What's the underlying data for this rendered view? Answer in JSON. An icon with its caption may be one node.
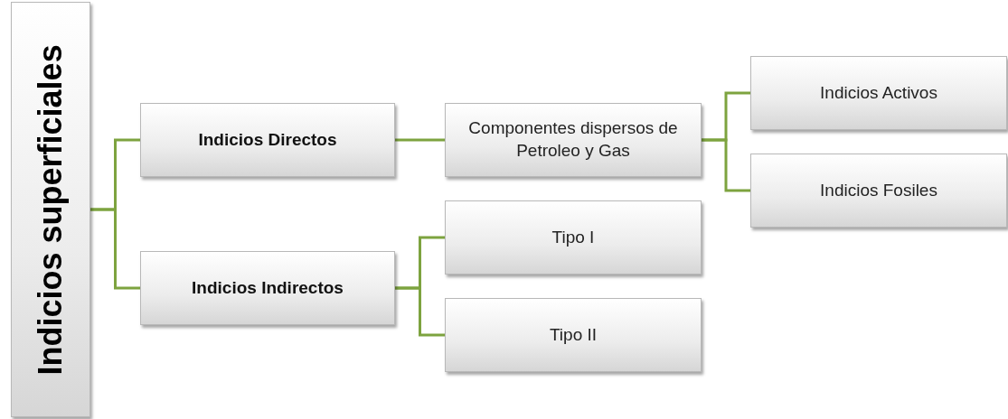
{
  "diagram": {
    "nodes": [
      {
        "text": [
          "Indicios superficiales"
        ]
      },
      {
        "text": [
          "Indicios Directos"
        ]
      },
      {
        "text": [
          "Indicios Indirectos"
        ]
      },
      {
        "text": [
          "Componentes dispersos de Petroleo y Gas"
        ]
      },
      {
        "text": [
          "Indicios Activos"
        ]
      },
      {
        "text": [
          "Indicios Fosiles"
        ]
      },
      {
        "text": [
          "Tipo I"
        ]
      },
      {
        "text": [
          "Tipo II"
        ]
      }
    ],
    "edges": [
      {
        "from": 0,
        "to": 1,
        "arrow": "none"
      },
      {
        "from": 0,
        "to": 2,
        "arrow": "none"
      },
      {
        "from": 1,
        "to": 3,
        "arrow": "none"
      },
      {
        "from": 3,
        "to": 4,
        "arrow": "none"
      },
      {
        "from": 3,
        "to": 5,
        "arrow": "none"
      },
      {
        "from": 2,
        "to": 6,
        "arrow": "none"
      },
      {
        "from": 2,
        "to": 7,
        "arrow": "none"
      }
    ]
  }
}
